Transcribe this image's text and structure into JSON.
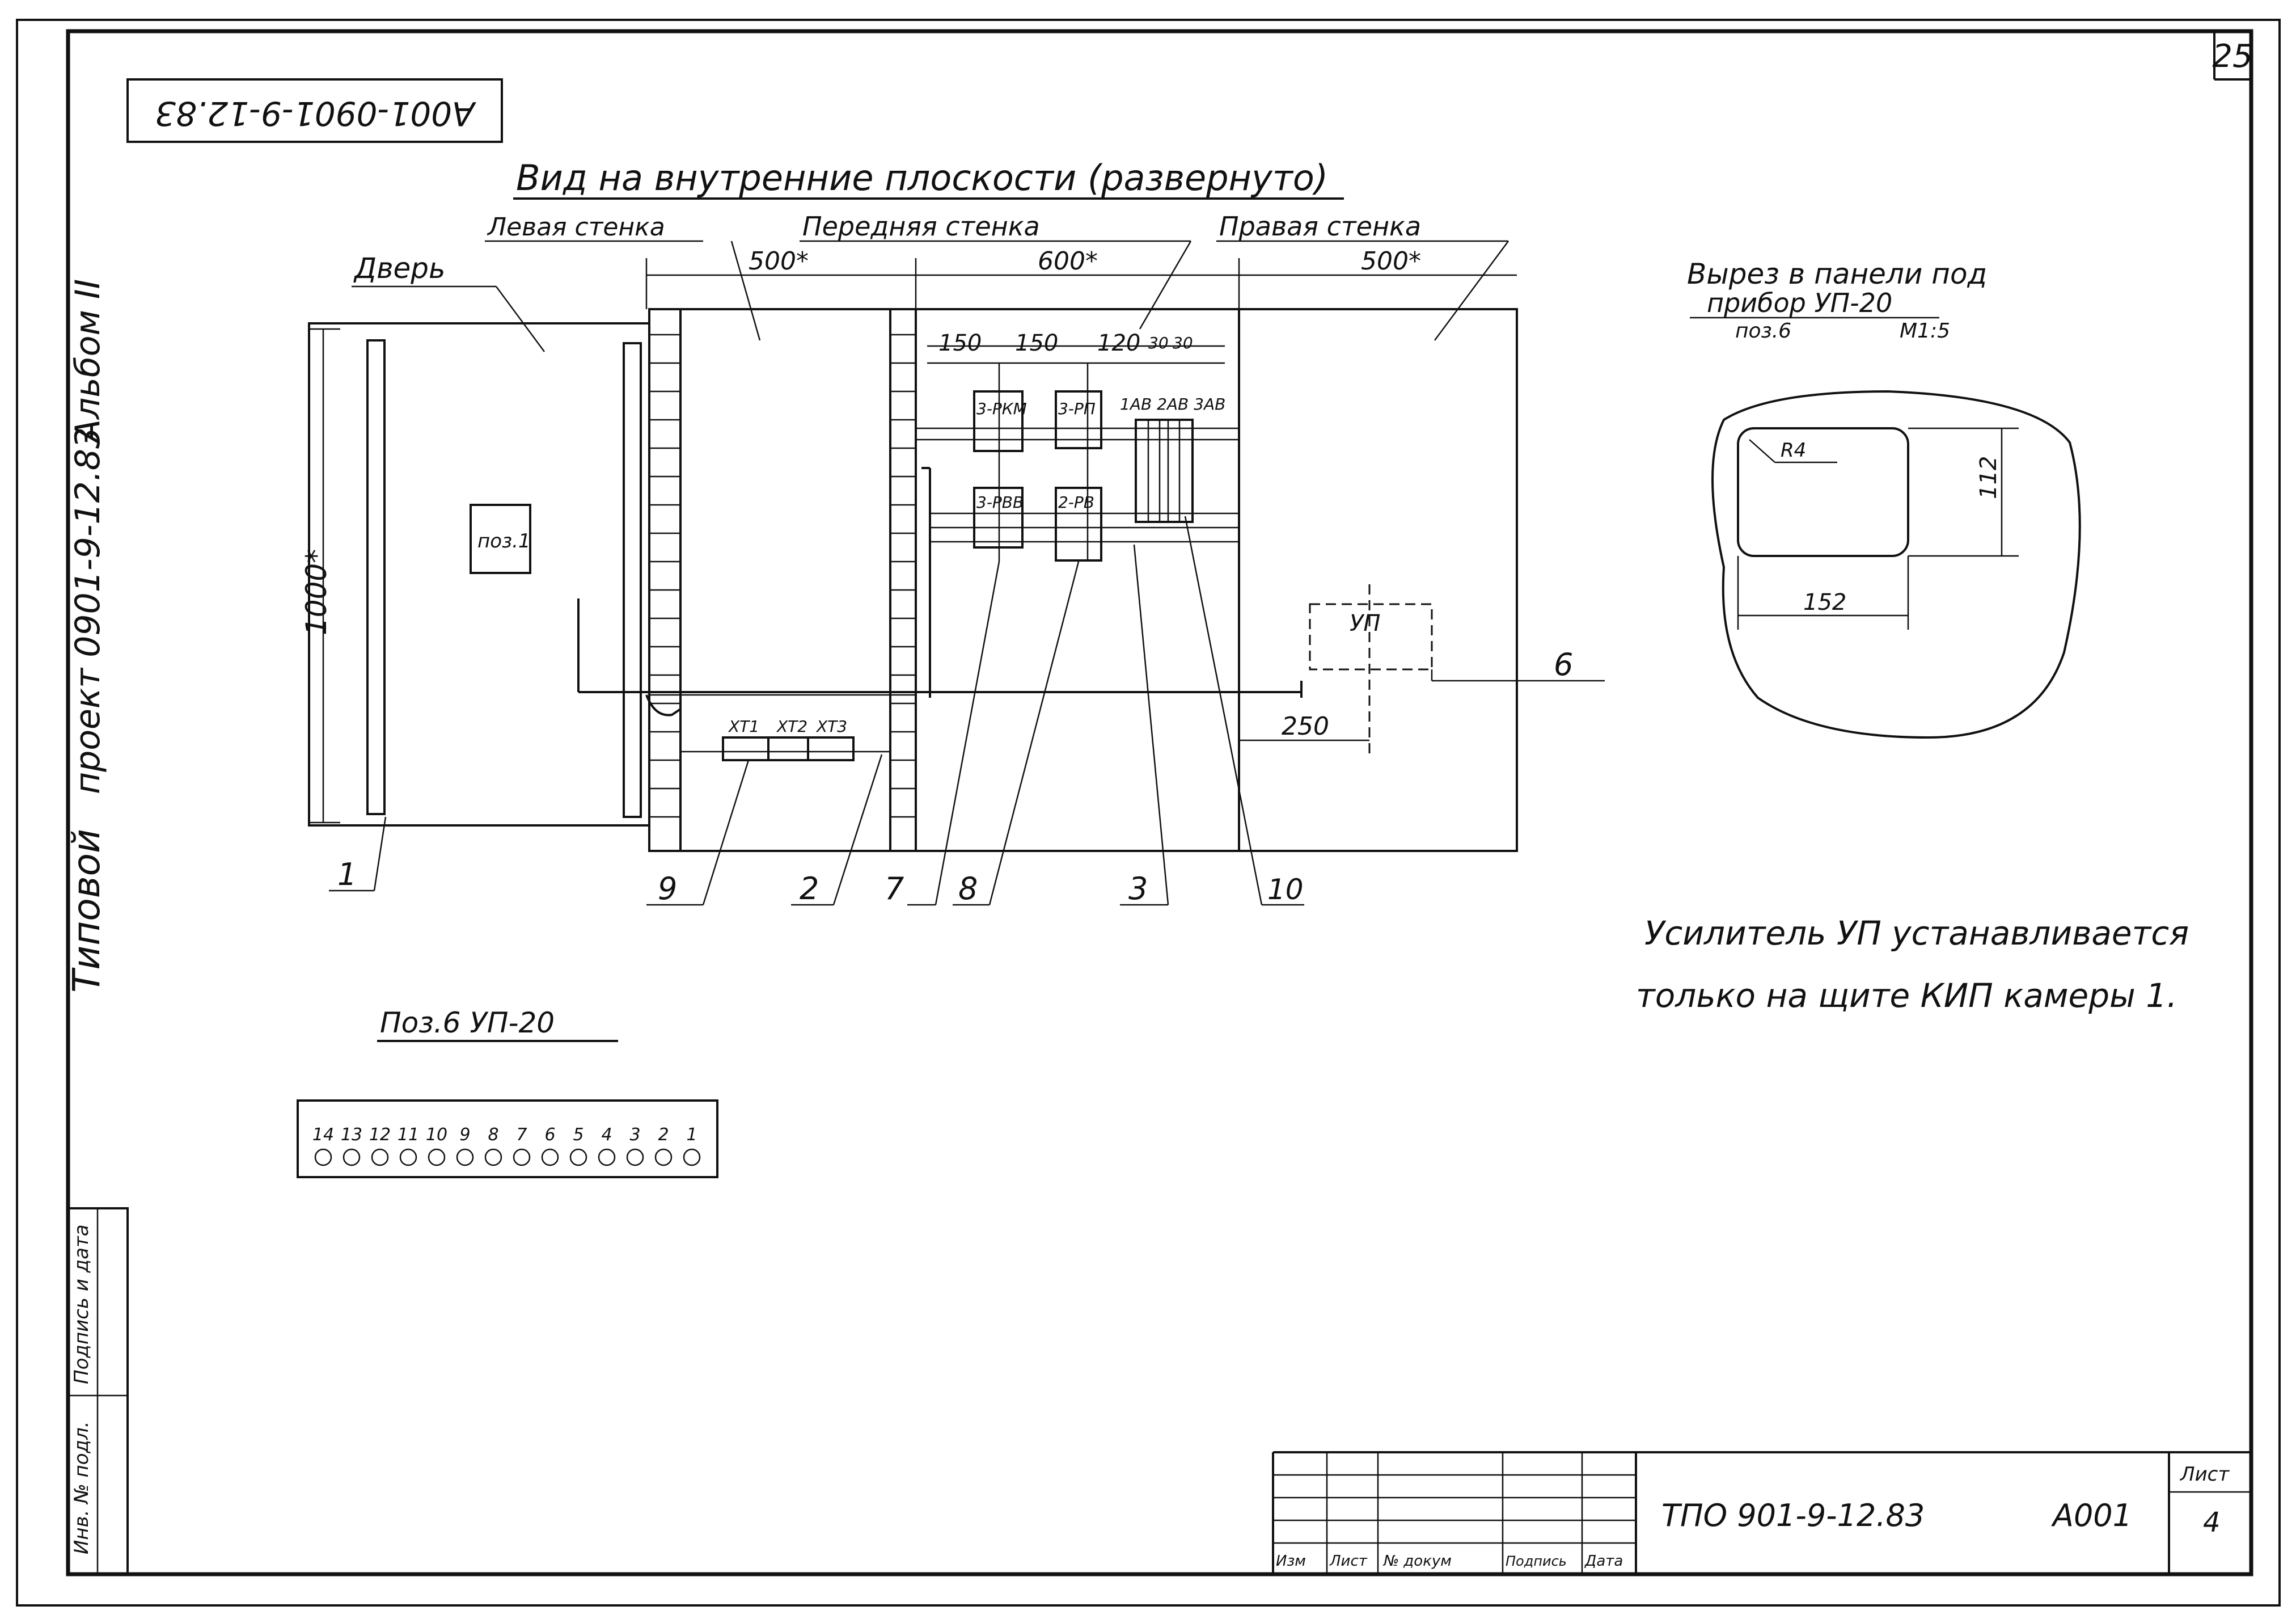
{
  "sheet_number": "25",
  "stamp_rotated": "A001-0901-9-12.83",
  "side_title": {
    "tipovoi": "Типовой",
    "proekt": "проект 0901-9-12.83",
    "album": "Альбом II"
  },
  "view_title": "Вид на внутренние плоскости (развернуто)",
  "labels": {
    "door": "Дверь",
    "left_wall": "Левая стенка",
    "front_wall": "Передняя стенка",
    "right_wall": "Правая стенка"
  },
  "dims": {
    "w_left": "500*",
    "w_front": "600*",
    "w_right": "500*",
    "height": "1000*",
    "d150a": "150",
    "d150b": "150",
    "d120": "120",
    "d30a": "30",
    "d30b": "30",
    "d250": "250"
  },
  "devices": {
    "rel_1": "3-РКМ",
    "rel_2": "3-РП",
    "rel_3": "3-РВВ",
    "rel_4": "2-РВ",
    "breakers": "1АВ 2АВ 3АВ",
    "pos1": "поз.1",
    "up_box": "УП",
    "xt1": "ХТ1",
    "xt2": "ХТ2",
    "xt3": "ХТ3"
  },
  "callouts": [
    "1",
    "9",
    "2",
    "7",
    "8",
    "3",
    "10",
    "6"
  ],
  "cutout": {
    "line1": "Вырез в панели под",
    "line2": "прибор УП-20",
    "line3a": "поз.6",
    "line3b": "М1:5",
    "radius": "R4",
    "dim_h": "112",
    "dim_w": "152"
  },
  "note": {
    "line1": "Усилитель УП устанавливается",
    "line2": "только на щите КИП камеры 1."
  },
  "pos6": {
    "title": "Поз.6 УП-20",
    "terminals": [
      "14",
      "13",
      "12",
      "11",
      "10",
      "9",
      "8",
      "7",
      "6",
      "5",
      "4",
      "3",
      "2",
      "1"
    ]
  },
  "stamp_side": {
    "inv_podl": "Инв. № подл.",
    "podpis": "Подпись и дата"
  },
  "title_block": {
    "col_izm": "Изм",
    "col_list": "Лист",
    "col_doc": "№ докум",
    "col_sign": "Подпись",
    "col_date": "Дата",
    "doc_code": "ТПО 901-9-12.83",
    "mark": "А001",
    "sheet_label": "Лист",
    "sheet_value": "4"
  }
}
